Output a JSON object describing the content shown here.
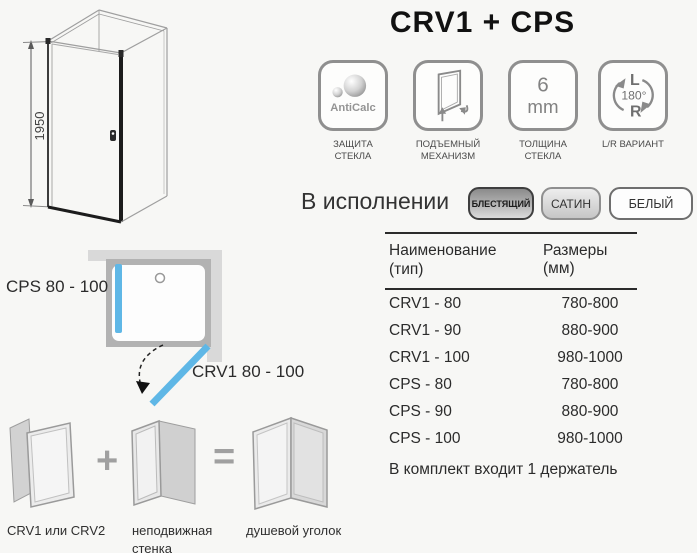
{
  "title": "CRV1 + CPS",
  "drawing": {
    "height_dim": "1950"
  },
  "features": [
    {
      "icon": "anticalc",
      "icon_label": "AntiCalc",
      "caption1": "ЗАЩИТА",
      "caption2": "СТЕКЛА"
    },
    {
      "icon": "lifting-mechanism",
      "caption1": "ПОДЪЕМНЫЙ",
      "caption2": "МЕХАНИЗМ"
    },
    {
      "icon": "glass-thickness",
      "value": "6",
      "unit": "mm",
      "caption1": "ТОЛЩИНА",
      "caption2": "СТЕКЛА"
    },
    {
      "icon": "lr-variant",
      "letter_top": "L",
      "angle": "180°",
      "letter_bottom": "R",
      "caption1": "L/R ВАРИАНТ",
      "caption2": ""
    }
  ],
  "finish": {
    "label": "В исполнении",
    "options": [
      {
        "name": "shiny",
        "label": "БЛЕСТЯЩИЙ"
      },
      {
        "name": "satin",
        "label": "САТИН"
      },
      {
        "name": "white",
        "label": "БЕЛЫЙ"
      }
    ]
  },
  "table": {
    "header_name_line1": "Наименование",
    "header_name_line2": "(тип)",
    "header_size": "Размеры (мм)",
    "rows": [
      {
        "name": "CRV1 - 80",
        "size": "780-800"
      },
      {
        "name": "CRV1 - 90",
        "size": "880-900"
      },
      {
        "name": "CRV1 - 100",
        "size": "980-1000"
      },
      {
        "name": "CPS - 80",
        "size": "780-800"
      },
      {
        "name": "CPS - 90",
        "size": "880-900"
      },
      {
        "name": "CPS - 100",
        "size": "980-1000"
      }
    ],
    "note": "В комплект входит 1 держатель"
  },
  "plan": {
    "fixed_wall_label": "CPS 80 - 100",
    "door_label": "CRV1 80 - 100",
    "accent_color": "#5fb7e6"
  },
  "composition": {
    "item1_label": "CRV1 или CRV2",
    "operator_plus": "+",
    "item2_label1": "неподвижная",
    "item2_label2": "стенка",
    "operator_equals": "=",
    "item3_label": "душевой уголок"
  }
}
